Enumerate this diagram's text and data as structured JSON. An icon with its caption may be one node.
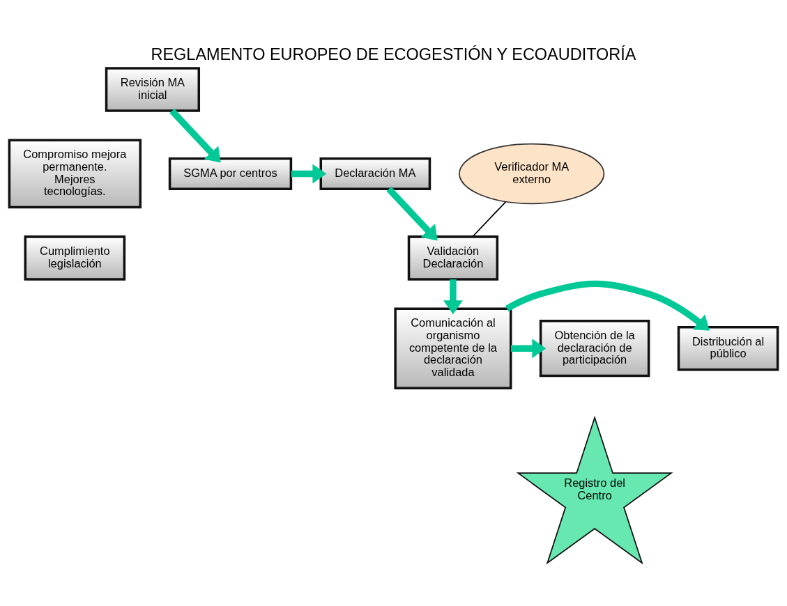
{
  "diagram": {
    "title": "REGLAMENTO EUROPEO DE ECOGESTIÓN Y ECOAUDITORÍA",
    "nodes": [
      {
        "text": [
          "Revisión MA inicial"
        ]
      },
      {
        "text": [
          "Compromiso mejora permanente. Mejores tecnologías."
        ]
      },
      {
        "text": [
          "SGMA por centros"
        ]
      },
      {
        "text": [
          "Declaración MA"
        ]
      },
      {
        "text": [
          "Verificador MA externo"
        ]
      },
      {
        "text": [
          "Cumplimiento legislación"
        ]
      },
      {
        "text": [
          "Validación Declaración"
        ]
      },
      {
        "text": [
          "Distribución al público"
        ]
      },
      {
        "text": [
          "Comunicación al organismo competente de la declaración validada"
        ]
      },
      {
        "text": [
          "Obtención de la declaración de participación"
        ]
      },
      {
        "text": [
          "Registro del Centro"
        ]
      }
    ],
    "edges": [
      {
        "from": 0,
        "to": 2,
        "arrow": "to"
      },
      {
        "from": 2,
        "to": 3,
        "arrow": "to"
      },
      {
        "from": 3,
        "to": 6,
        "arrow": "to"
      },
      {
        "from": 4,
        "to": 6,
        "arrow": "none",
        "color": "#000000"
      },
      {
        "from": 6,
        "to": 8,
        "arrow": "to"
      },
      {
        "from": 8,
        "to": 7,
        "arrow": "to"
      },
      {
        "from": 8,
        "to": 9,
        "arrow": "to"
      }
    ]
  }
}
